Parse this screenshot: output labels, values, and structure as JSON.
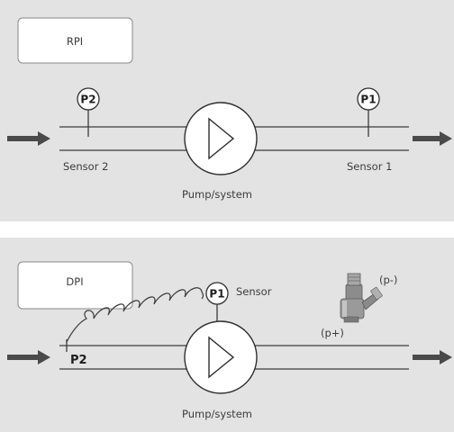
{
  "rpi": {
    "title": "RPI",
    "gauge_p2": "P2",
    "gauge_p1": "P1",
    "sensor_2": "Sensor 2",
    "sensor_1": "Sensor 1",
    "pump": "Pump/system"
  },
  "dpi": {
    "title": "DPI",
    "gauge_p1": "P1",
    "sensor": "Sensor",
    "p_minus": "(p-)",
    "p_plus": "(p+)",
    "p2": "P2",
    "pump": "Pump/system"
  }
}
